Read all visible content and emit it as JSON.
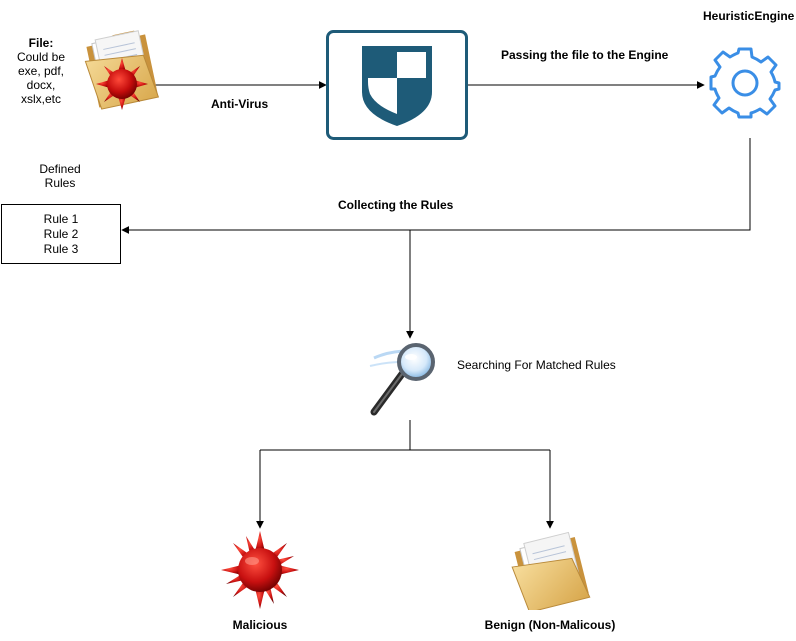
{
  "file_node": {
    "title": "File:",
    "lines": [
      "Could be",
      "exe, pdf,",
      "docx,",
      "xslx,etc"
    ],
    "icon": "infected-folder-icon"
  },
  "antivirus": {
    "label": "Anti-Virus",
    "icon": "shield-icon",
    "accent": "#1e5b78"
  },
  "engine": {
    "title": "HeuristicEngine",
    "icon": "gear-icon",
    "accent": "#3a8ee6"
  },
  "edges": {
    "passing": "Passing the file to the Engine",
    "collecting": "Collecting the Rules"
  },
  "rules": {
    "heading": [
      "Defined",
      "Rules"
    ],
    "items": [
      "Rule 1",
      "Rule 2",
      "Rule 3"
    ]
  },
  "search": {
    "label": "Searching For Matched Rules",
    "icon": "magnifier-icon"
  },
  "outcomes": {
    "malicious": {
      "label": "Malicious",
      "icon": "virus-icon",
      "color": "#c81010"
    },
    "benign": {
      "label": "Benign (Non-Malicous)",
      "icon": "folder-icon",
      "color": "#e8c275"
    }
  }
}
